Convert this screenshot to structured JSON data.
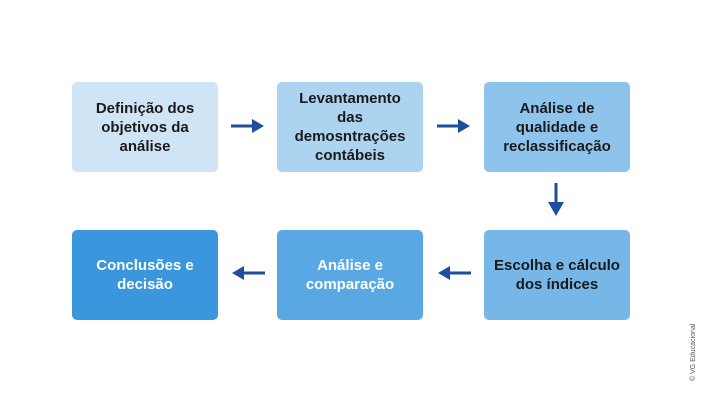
{
  "steps": [
    {
      "lines": [
        "Definição dos",
        "objetivos da",
        "análise"
      ]
    },
    {
      "lines": [
        "Levantamento",
        "das",
        "demosntrações",
        "contábeis"
      ]
    },
    {
      "lines": [
        "Análise de",
        "qualidade e",
        "reclassificação"
      ]
    },
    {
      "lines": [
        "Escolha e cálculo",
        "dos índices"
      ]
    },
    {
      "lines": [
        "Análise e",
        "comparação"
      ]
    },
    {
      "lines": [
        "Conclusões e",
        "decisão"
      ]
    }
  ],
  "colors": {
    "arrow": "#1f4e9c",
    "step_1": "#cfe5f6",
    "step_2": "#acd3f0",
    "step_3": "#8ec4ec",
    "step_4": "#76b7e8",
    "step_5": "#5aa8e3",
    "step_6": "#3a96dd"
  },
  "credit": "© VG Educacional"
}
